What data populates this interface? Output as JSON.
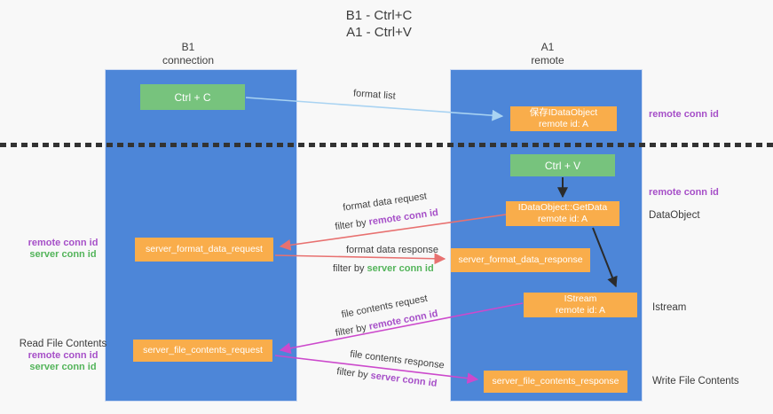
{
  "title": {
    "line1": "B1 - Ctrl+C",
    "line2": "A1 - Ctrl+V"
  },
  "columns": {
    "left": {
      "name": "B1",
      "subtitle": "connection"
    },
    "right": {
      "name": "A1",
      "subtitle": "remote"
    }
  },
  "nodes": {
    "ctrl_c": {
      "label": "Ctrl + C"
    },
    "ctrl_v": {
      "label": "Ctrl + V"
    },
    "save_idataobject": {
      "line1": "保存IDataObject",
      "line2": "remote id: A"
    },
    "getdata": {
      "line1": "IDataObject::GetData",
      "line2": "remote id: A"
    },
    "istream": {
      "line1": "IStream",
      "line2": "remote id: A"
    },
    "server_format_data_request": {
      "label": "server_format_data_request"
    },
    "server_format_data_response": {
      "label": "server_format_data_response"
    },
    "server_file_contents_request": {
      "label": "server_file_contents_request"
    },
    "server_file_contents_response": {
      "label": "server_file_contents_response"
    }
  },
  "messages": {
    "format_list": {
      "label": "format list"
    },
    "format_data_request": {
      "label": "format data request",
      "filter_prefix": "filter by ",
      "filter_key": "remote conn id"
    },
    "format_data_response": {
      "label": "format data response",
      "filter_prefix": "filter by ",
      "filter_key": "server conn id"
    },
    "file_contents_request": {
      "label": "file contents request",
      "filter_prefix": "filter by ",
      "filter_key": "remote conn id"
    },
    "file_contents_response": {
      "label": "file contents response",
      "filter_prefix": "filter by ",
      "filter_key": "server conn id"
    }
  },
  "side_labels": {
    "remote_conn_id_top": "remote conn id",
    "remote_conn_id_mid": "remote conn id",
    "dataobject": "DataObject",
    "istream": "Istream",
    "write_file_contents": "Write File Contents",
    "read_file_contents": "Read File Contents",
    "left_mid": {
      "remote": "remote conn id",
      "server": "server conn id"
    },
    "left_bottom": {
      "remote": "remote conn id",
      "server": "server conn id"
    }
  },
  "colors": {
    "lane_blue": "#4d86d8",
    "box_green": "#77c37d",
    "box_orange": "#f9ad4b",
    "text_purple": "#a64fc8",
    "text_green": "#53b45a",
    "arrow_light_blue": "#a9d3f2",
    "arrow_salmon": "#e87170",
    "arrow_magenta": "#cc49cc",
    "arrow_black": "#2b2b2b",
    "dashed_line": "#333333"
  }
}
